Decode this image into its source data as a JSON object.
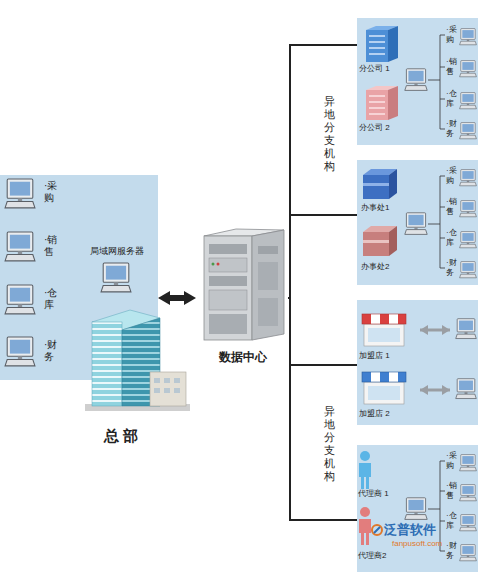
{
  "diagram": {
    "nodes": [
      {
        "text": [
          "·采购",
          "·销售",
          "·仓库",
          "·财务",
          "局域网服务器",
          "总 部"
        ]
      },
      {
        "text": [
          "数据中心"
        ]
      },
      {
        "text": [
          "分公司 1",
          "分公司 2",
          "·采购",
          "·销售",
          "·仓库",
          "·财务"
        ]
      },
      {
        "text": [
          "办事处1",
          "办事处2",
          "·采购",
          "·销售",
          "·仓库",
          "·财务"
        ]
      },
      {
        "text": [
          "加盟店 1",
          "加盟店 2"
        ]
      },
      {
        "text": [
          "代理商 1",
          "代理商2",
          "·采购",
          "·销售",
          "·仓库",
          "·财务"
        ]
      }
    ],
    "edges": [
      {
        "from": 0,
        "to": 1,
        "arrow": "both"
      },
      {
        "from": 1,
        "to": 2,
        "arrow": "none"
      },
      {
        "from": 1,
        "to": 3,
        "arrow": "none"
      },
      {
        "from": 1,
        "to": 4,
        "arrow": "none"
      },
      {
        "from": 1,
        "to": 5,
        "arrow": "none"
      }
    ],
    "labels": [
      "异地分支机构",
      "异地分支机构",
      "泛普软件",
      "fanpusoft.com"
    ]
  }
}
